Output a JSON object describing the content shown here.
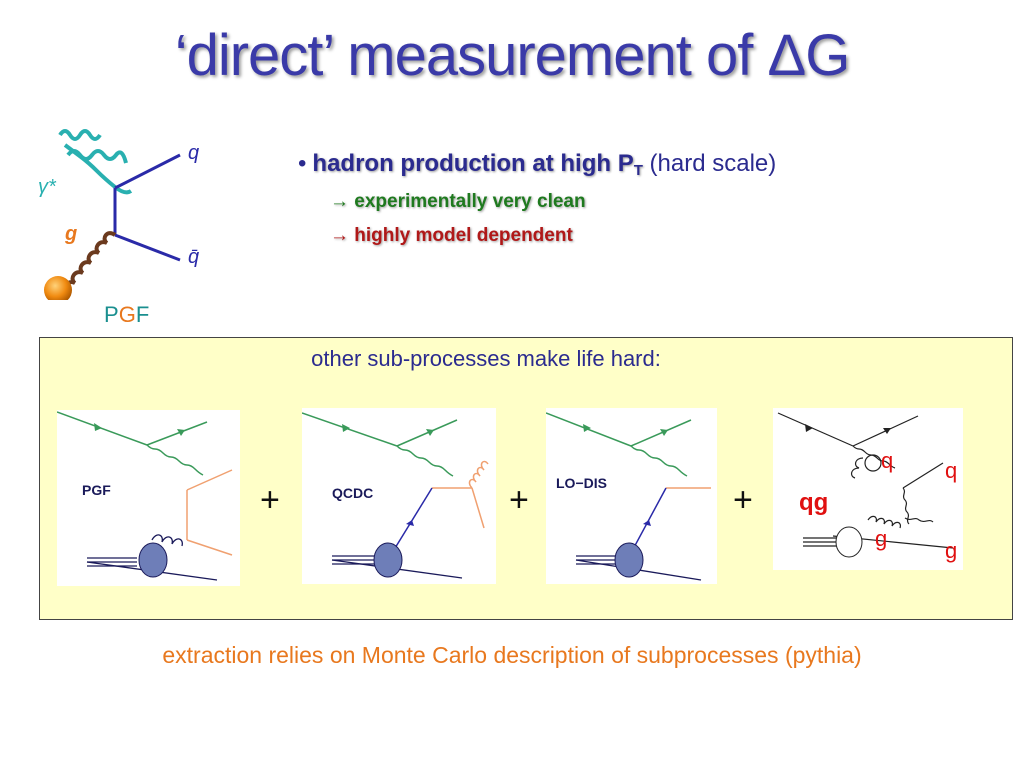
{
  "slide": {
    "title": "‘direct’ measurement of ΔG",
    "top_diagram": {
      "gamma_label": "γ*",
      "g_label": "g",
      "q_label": "q",
      "qbar_label": "q̄",
      "pgf_p": "P",
      "pgf_g": "G",
      "pgf_f": "F"
    },
    "bullets": {
      "main_bold": "hadron production at high P",
      "main_sub": "T",
      "main_plain": " (hard scale)",
      "sub1": " experimentally very clean",
      "sub2": "highly model dependent",
      "arrow": "→"
    },
    "box": {
      "title": "other sub-processes make life hard:",
      "panels": [
        {
          "label": "PGF"
        },
        {
          "label": "QCDC"
        },
        {
          "label": "LO−DIS"
        },
        {
          "label": "qg",
          "q1": "q",
          "q2": "q",
          "g1": "g",
          "g2": "g"
        }
      ],
      "plus": "+"
    },
    "footer": "extraction relies on Monte Carlo description of subprocesses (pythia)",
    "colors": {
      "title": "#3a3aa8",
      "green": "#1f7a1f",
      "red": "#b01818",
      "orange": "#e8781e",
      "box_bg": "#ffffc8"
    }
  }
}
